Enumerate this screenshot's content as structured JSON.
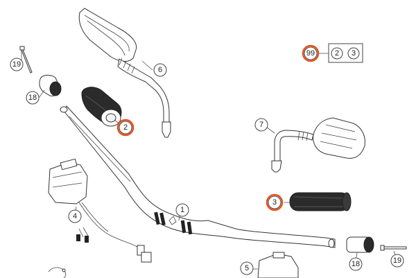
{
  "colors": {
    "line": "#333333",
    "highlight": "#e8501c",
    "grip": "#2b2b2b",
    "white": "#ffffff"
  },
  "kit_box": {
    "ref": "99",
    "items": [
      "2",
      "3"
    ]
  },
  "callouts": {
    "handlebar": "1",
    "left_grip": "2",
    "right_grip": "3",
    "left_switch": "4",
    "right_switch": "5",
    "left_mirror": "6",
    "right_mirror": "7",
    "bar_end_left": "18",
    "bar_end_right": "18",
    "screw_left": "19",
    "screw_right": "19"
  },
  "highlighted_parts": [
    "99",
    "2",
    "3"
  ]
}
